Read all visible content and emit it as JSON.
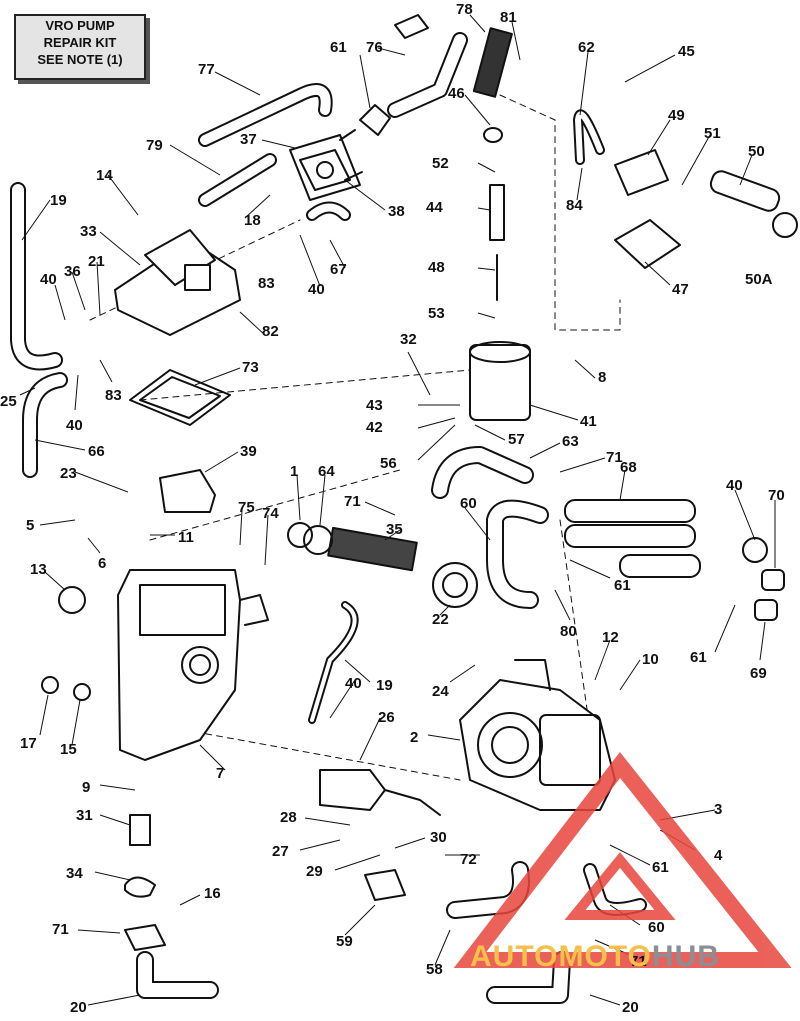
{
  "note_box": {
    "line1": "VRO PUMP",
    "line2": "REPAIR KIT",
    "line3": "SEE NOTE (1)"
  },
  "watermark": {
    "brand_part1": "AUTOMOTO",
    "brand_part2": "HUB",
    "colors": {
      "triangle": "#e8463e",
      "accent": "#f5c04a",
      "gray": "#8a8f96"
    }
  },
  "part_labels": [
    {
      "id": "p78",
      "text": "78"
    },
    {
      "id": "p81",
      "text": "81"
    },
    {
      "id": "p61a",
      "text": "61"
    },
    {
      "id": "p76",
      "text": "76"
    },
    {
      "id": "p62",
      "text": "62"
    },
    {
      "id": "p45",
      "text": "45"
    },
    {
      "id": "p77",
      "text": "77"
    },
    {
      "id": "p46",
      "text": "46"
    },
    {
      "id": "p49",
      "text": "49"
    },
    {
      "id": "p51",
      "text": "51"
    },
    {
      "id": "p50",
      "text": "50"
    },
    {
      "id": "p79",
      "text": "79"
    },
    {
      "id": "p37",
      "text": "37"
    },
    {
      "id": "p52",
      "text": "52"
    },
    {
      "id": "p84",
      "text": "84"
    },
    {
      "id": "p14",
      "text": "14"
    },
    {
      "id": "p19a",
      "text": "19"
    },
    {
      "id": "p18",
      "text": "18"
    },
    {
      "id": "p38",
      "text": "38"
    },
    {
      "id": "p44",
      "text": "44"
    },
    {
      "id": "p33",
      "text": "33"
    },
    {
      "id": "p67",
      "text": "67"
    },
    {
      "id": "p47",
      "text": "47"
    },
    {
      "id": "p50A",
      "text": "50A"
    },
    {
      "id": "p21",
      "text": "21"
    },
    {
      "id": "p36",
      "text": "36"
    },
    {
      "id": "p40a",
      "text": "40"
    },
    {
      "id": "p40b",
      "text": "40"
    },
    {
      "id": "p48",
      "text": "48"
    },
    {
      "id": "p83a",
      "text": "83"
    },
    {
      "id": "p53",
      "text": "53"
    },
    {
      "id": "p82",
      "text": "82"
    },
    {
      "id": "p32",
      "text": "32"
    },
    {
      "id": "p8",
      "text": "8"
    },
    {
      "id": "p73",
      "text": "73"
    },
    {
      "id": "p25",
      "text": "25"
    },
    {
      "id": "p40c",
      "text": "40"
    },
    {
      "id": "p83b",
      "text": "83"
    },
    {
      "id": "p43",
      "text": "43"
    },
    {
      "id": "p41",
      "text": "41"
    },
    {
      "id": "p42",
      "text": "42"
    },
    {
      "id": "p66",
      "text": "66"
    },
    {
      "id": "p39",
      "text": "39"
    },
    {
      "id": "p57",
      "text": "57"
    },
    {
      "id": "p63",
      "text": "63"
    },
    {
      "id": "p56",
      "text": "56"
    },
    {
      "id": "p23",
      "text": "23"
    },
    {
      "id": "p71a",
      "text": "71"
    },
    {
      "id": "p68",
      "text": "68"
    },
    {
      "id": "p1",
      "text": "1"
    },
    {
      "id": "p64",
      "text": "64"
    },
    {
      "id": "p71b",
      "text": "71"
    },
    {
      "id": "p60a",
      "text": "60"
    },
    {
      "id": "p40d",
      "text": "40"
    },
    {
      "id": "p70",
      "text": "70"
    },
    {
      "id": "p75",
      "text": "75"
    },
    {
      "id": "p74",
      "text": "74"
    },
    {
      "id": "p5",
      "text": "5"
    },
    {
      "id": "p11",
      "text": "11"
    },
    {
      "id": "p35",
      "text": "35"
    },
    {
      "id": "p6",
      "text": "6"
    },
    {
      "id": "p13",
      "text": "13"
    },
    {
      "id": "p61b",
      "text": "61"
    },
    {
      "id": "p80",
      "text": "80"
    },
    {
      "id": "p22",
      "text": "22"
    },
    {
      "id": "p61c",
      "text": "61"
    },
    {
      "id": "p69",
      "text": "69"
    },
    {
      "id": "p12",
      "text": "12"
    },
    {
      "id": "p10",
      "text": "10"
    },
    {
      "id": "p24",
      "text": "24"
    },
    {
      "id": "p19b",
      "text": "19"
    },
    {
      "id": "p40e",
      "text": "40"
    },
    {
      "id": "p17",
      "text": "17"
    },
    {
      "id": "p15",
      "text": "15"
    },
    {
      "id": "p26",
      "text": "26"
    },
    {
      "id": "p2",
      "text": "2"
    },
    {
      "id": "p7",
      "text": "7"
    },
    {
      "id": "p9",
      "text": "9"
    },
    {
      "id": "p3",
      "text": "3"
    },
    {
      "id": "p31",
      "text": "31"
    },
    {
      "id": "p28",
      "text": "28"
    },
    {
      "id": "p30",
      "text": "30"
    },
    {
      "id": "p27",
      "text": "27"
    },
    {
      "id": "p4",
      "text": "4"
    },
    {
      "id": "p61d",
      "text": "61"
    },
    {
      "id": "p29",
      "text": "29"
    },
    {
      "id": "p72",
      "text": "72"
    },
    {
      "id": "p34",
      "text": "34"
    },
    {
      "id": "p16",
      "text": "16"
    },
    {
      "id": "p60b",
      "text": "60"
    },
    {
      "id": "p71c",
      "text": "71"
    },
    {
      "id": "p59",
      "text": "59"
    },
    {
      "id": "p58",
      "text": "58"
    },
    {
      "id": "p71d",
      "text": "71"
    },
    {
      "id": "p20a",
      "text": "20"
    },
    {
      "id": "p20b",
      "text": "20"
    }
  ]
}
